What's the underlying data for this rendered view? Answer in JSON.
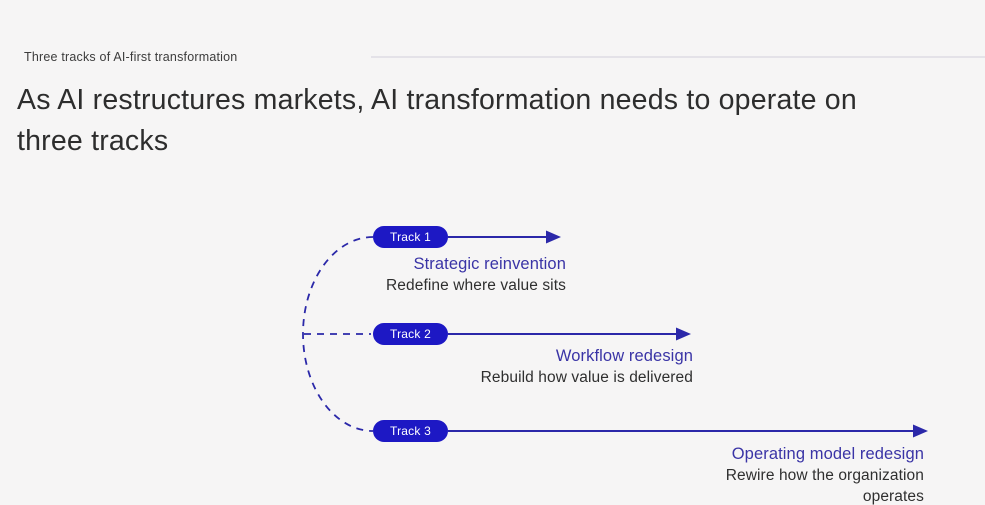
{
  "slide": {
    "eyebrow": "Three tracks of AI-first transformation",
    "title": "As AI restructures markets, AI transformation needs to operate on three tracks"
  },
  "tracks": [
    {
      "label": "Track 1",
      "heading": "Strategic reinvention",
      "description": "Redefine where value sits"
    },
    {
      "label": "Track 2",
      "heading": "Workflow redesign",
      "description": "Rebuild how value is delivered"
    },
    {
      "label": "Track 3",
      "heading": "Operating model redesign",
      "description": "Rewire how the organization operates"
    }
  ],
  "colors": {
    "background": "#f6f5f5",
    "pill_blue": "#1d18c4",
    "arrow_blue": "#2b28a9",
    "heading_blue": "#3a34a6",
    "body_text": "#2f2f2f",
    "title_text": "#2d2d2d",
    "top_rule": "#e4e2e8"
  }
}
